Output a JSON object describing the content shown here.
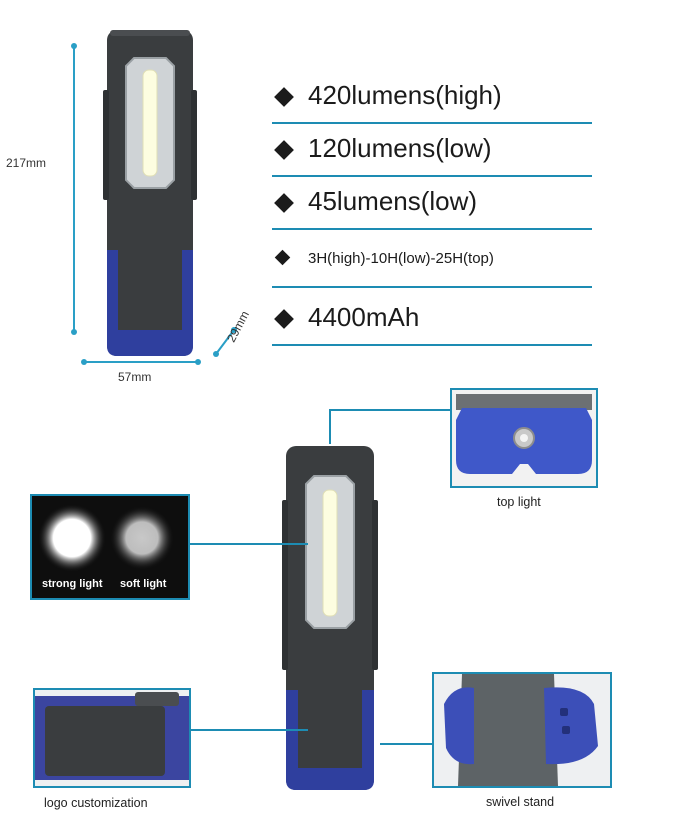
{
  "dimensions": {
    "height": "217mm",
    "width": "57mm",
    "depth": "29mm"
  },
  "specs": [
    {
      "text": "420lumens(high)",
      "size": "big"
    },
    {
      "text": "120lumens(low)",
      "size": "big"
    },
    {
      "text": "45lumens(low)",
      "size": "big"
    },
    {
      "text": "3H(high)-10H(low)-25H(top)",
      "size": "small"
    },
    {
      "text": "4400mAh",
      "size": "big"
    }
  ],
  "callouts": {
    "top_light": "top light",
    "strong_light": "strong light",
    "soft_light": "soft light",
    "logo": "logo customization",
    "swivel": "swivel stand"
  },
  "colors": {
    "accent": "#1d8cb3",
    "body_dark": "#3a3d3f",
    "body_blue": "#2f3f9e",
    "led": "#fdfde0"
  }
}
